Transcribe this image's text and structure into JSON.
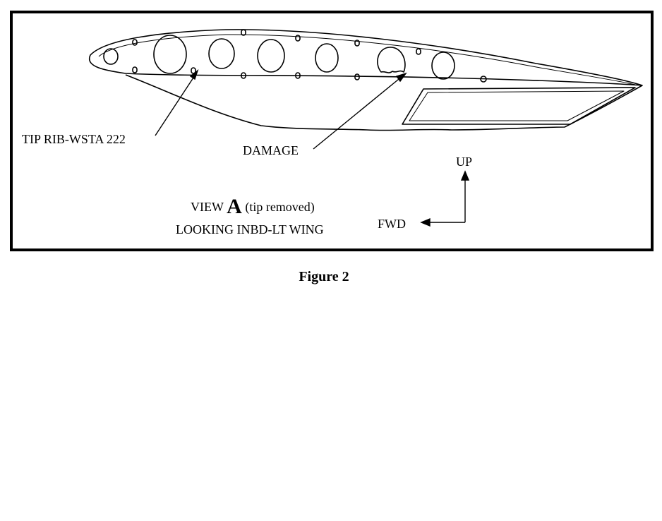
{
  "labels": {
    "tip_rib": "TIP RIB-WSTA 222",
    "damage": "DAMAGE",
    "up": "UP",
    "fwd": "FWD",
    "view_prefix": "VIEW",
    "view_letter": "A",
    "view_suffix": "(tip removed)",
    "looking": "LOOKING INBD-LT WING"
  },
  "caption": "Figure 2"
}
